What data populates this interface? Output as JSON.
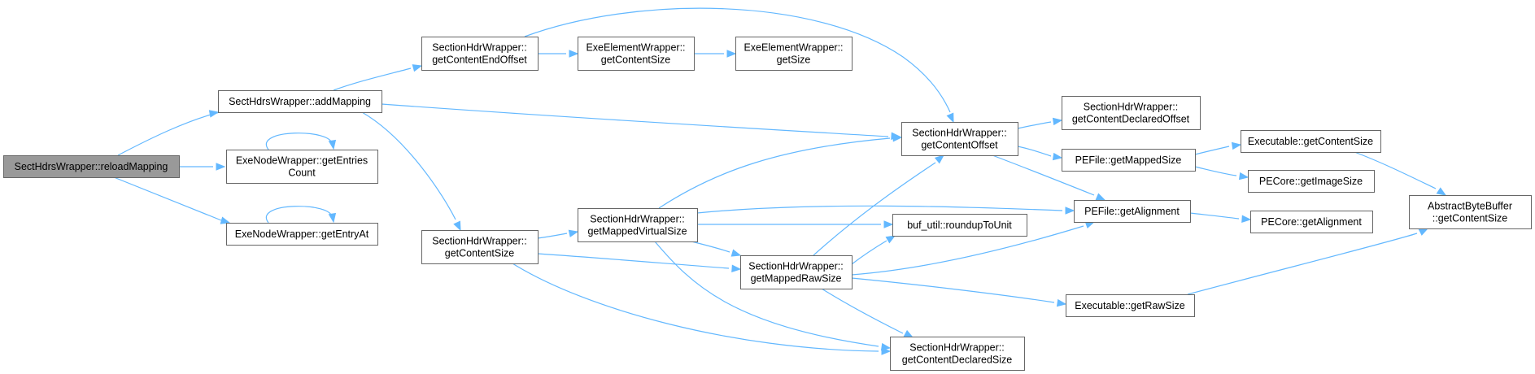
{
  "diagram": {
    "type": "call-graph",
    "nodes": [
      {
        "id": "reloadMapping",
        "lines": [
          "SectHdrsWrapper::reloadMapping"
        ],
        "root": true
      },
      {
        "id": "addMapping",
        "lines": [
          "SectHdrsWrapper::addMapping"
        ]
      },
      {
        "id": "getEntriesCount",
        "lines": [
          "ExeNodeWrapper::getEntries",
          "Count"
        ]
      },
      {
        "id": "getEntryAt",
        "lines": [
          "ExeNodeWrapper::getEntryAt"
        ]
      },
      {
        "id": "getContentEndOffset",
        "lines": [
          "SectionHdrWrapper::",
          "getContentEndOffset"
        ]
      },
      {
        "id": "sh_getContentSize",
        "lines": [
          "SectionHdrWrapper::",
          "getContentSize"
        ]
      },
      {
        "id": "ee_getContentSize",
        "lines": [
          "ExeElementWrapper::",
          "getContentSize"
        ]
      },
      {
        "id": "ee_getSize",
        "lines": [
          "ExeElementWrapper::",
          "getSize"
        ]
      },
      {
        "id": "getMappedVirtualSize",
        "lines": [
          "SectionHdrWrapper::",
          "getMappedVirtualSize"
        ]
      },
      {
        "id": "getContentOffset",
        "lines": [
          "SectionHdrWrapper::",
          "getContentOffset"
        ]
      },
      {
        "id": "roundupToUnit",
        "lines": [
          "buf_util::roundupToUnit"
        ]
      },
      {
        "id": "getMappedRawSize",
        "lines": [
          "SectionHdrWrapper::",
          "getMappedRawSize"
        ]
      },
      {
        "id": "getContentDeclaredSize",
        "lines": [
          "SectionHdrWrapper::",
          "getContentDeclaredSize"
        ]
      },
      {
        "id": "getContentDeclaredOffset",
        "lines": [
          "SectionHdrWrapper::",
          "getContentDeclaredOffset"
        ]
      },
      {
        "id": "pe_getMappedSize",
        "lines": [
          "PEFile::getMappedSize"
        ]
      },
      {
        "id": "pe_getAlignment",
        "lines": [
          "PEFile::getAlignment"
        ]
      },
      {
        "id": "ex_getRawSize",
        "lines": [
          "Executable::getRawSize"
        ]
      },
      {
        "id": "ex_getContentSize",
        "lines": [
          "Executable::getContentSize"
        ]
      },
      {
        "id": "pc_getImageSize",
        "lines": [
          "PECore::getImageSize"
        ]
      },
      {
        "id": "pc_getAlignment",
        "lines": [
          "PECore::getAlignment"
        ]
      },
      {
        "id": "abb_getContentSize",
        "lines": [
          "AbstractByteBuffer",
          "::getContentSize"
        ]
      }
    ],
    "edges": [
      {
        "from": "reloadMapping",
        "to": "addMapping"
      },
      {
        "from": "reloadMapping",
        "to": "getEntriesCount"
      },
      {
        "from": "reloadMapping",
        "to": "getEntryAt"
      },
      {
        "from": "addMapping",
        "to": "getContentEndOffset"
      },
      {
        "from": "addMapping",
        "to": "getContentOffset"
      },
      {
        "from": "addMapping",
        "to": "sh_getContentSize"
      },
      {
        "from": "getEntriesCount",
        "to": "getEntriesCount"
      },
      {
        "from": "getEntryAt",
        "to": "getEntryAt"
      },
      {
        "from": "getContentEndOffset",
        "to": "ee_getContentSize"
      },
      {
        "from": "getContentEndOffset",
        "to": "getContentOffset"
      },
      {
        "from": "ee_getContentSize",
        "to": "ee_getSize"
      },
      {
        "from": "sh_getContentSize",
        "to": "getMappedVirtualSize"
      },
      {
        "from": "sh_getContentSize",
        "to": "getMappedRawSize"
      },
      {
        "from": "sh_getContentSize",
        "to": "getContentDeclaredSize"
      },
      {
        "from": "getMappedVirtualSize",
        "to": "getContentOffset"
      },
      {
        "from": "getMappedVirtualSize",
        "to": "pe_getAlignment"
      },
      {
        "from": "getMappedVirtualSize",
        "to": "roundupToUnit"
      },
      {
        "from": "getMappedVirtualSize",
        "to": "getMappedRawSize"
      },
      {
        "from": "getMappedVirtualSize",
        "to": "getContentDeclaredSize"
      },
      {
        "from": "getMappedRawSize",
        "to": "getContentOffset"
      },
      {
        "from": "getMappedRawSize",
        "to": "roundupToUnit"
      },
      {
        "from": "getMappedRawSize",
        "to": "pe_getAlignment"
      },
      {
        "from": "getMappedRawSize",
        "to": "ex_getRawSize"
      },
      {
        "from": "getMappedRawSize",
        "to": "getContentDeclaredSize"
      },
      {
        "from": "getContentOffset",
        "to": "getContentDeclaredOffset"
      },
      {
        "from": "getContentOffset",
        "to": "pe_getMappedSize"
      },
      {
        "from": "getContentOffset",
        "to": "pe_getAlignment"
      },
      {
        "from": "pe_getMappedSize",
        "to": "ex_getContentSize"
      },
      {
        "from": "pe_getMappedSize",
        "to": "pc_getImageSize"
      },
      {
        "from": "pe_getAlignment",
        "to": "pc_getAlignment"
      },
      {
        "from": "ex_getContentSize",
        "to": "abb_getContentSize"
      },
      {
        "from": "ex_getRawSize",
        "to": "abb_getContentSize"
      }
    ],
    "colors": {
      "edge": "#63b8ff",
      "node_border": "#666666",
      "node_fill": "#ffffff",
      "root_fill": "#999999"
    }
  }
}
